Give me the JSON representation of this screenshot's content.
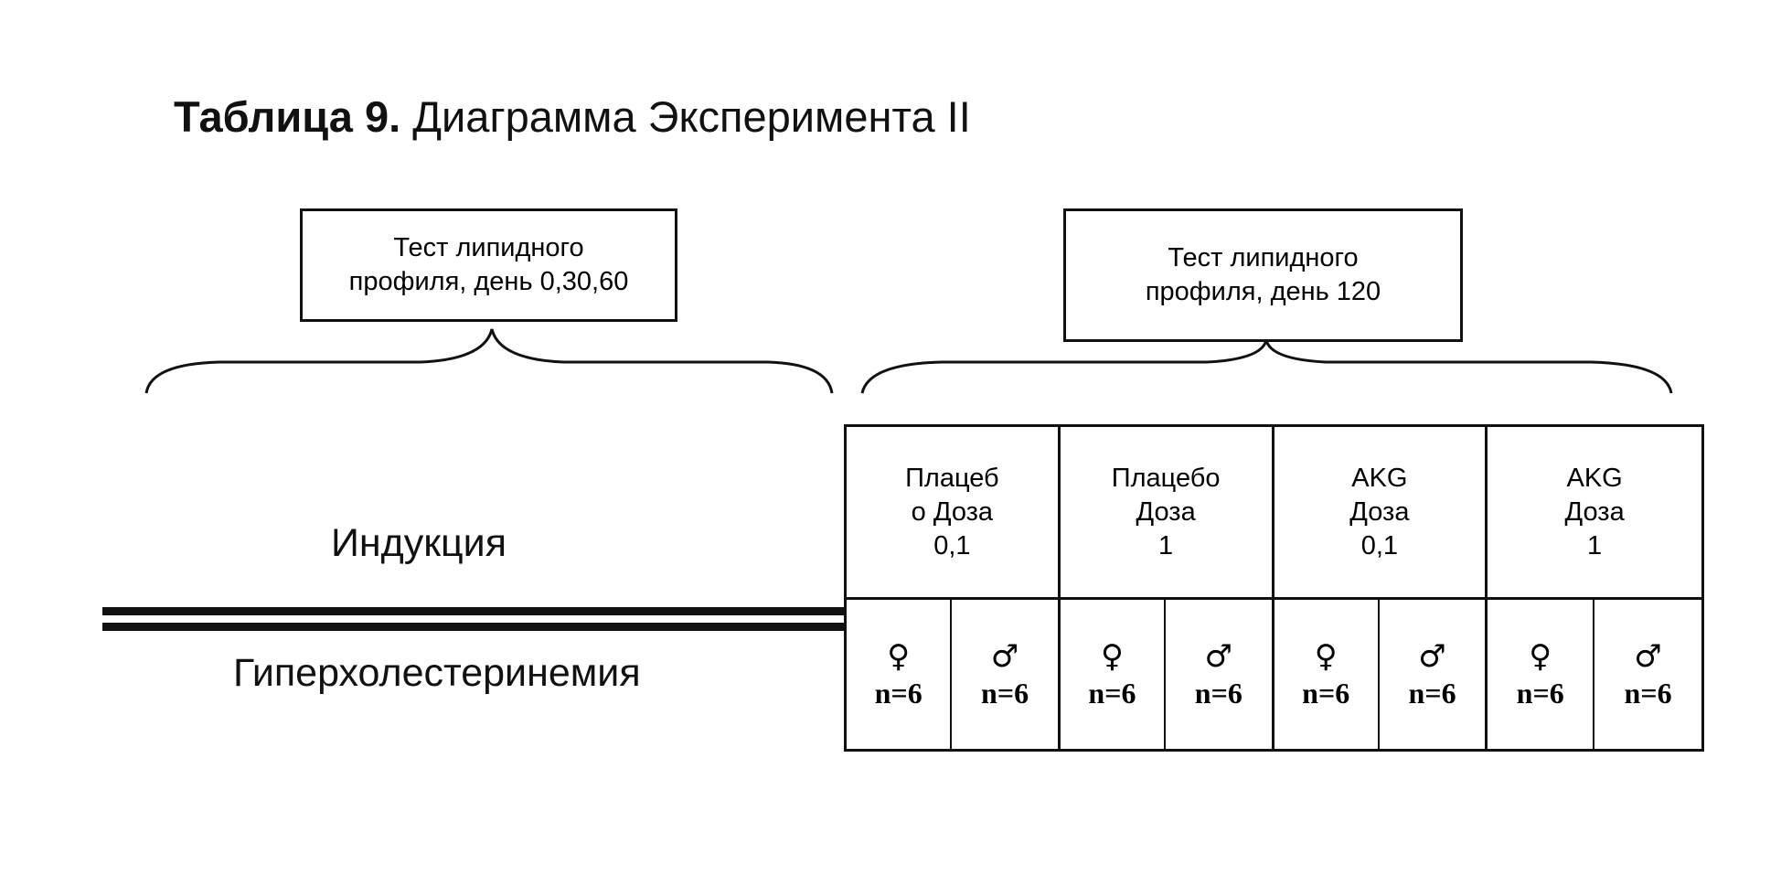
{
  "title": {
    "bold": "Таблица 9.",
    "rest": " Диаграмма Эксперимента II"
  },
  "boxes": {
    "lipid_left": "Тест липидного\nпрофиля, день 0,30,60",
    "lipid_right": "Тест липидного\nпрофиля, день 120"
  },
  "labels": {
    "induction": "Индукция",
    "hyper": "Гиперхолестеринемия"
  },
  "groups": [
    {
      "label": "Плацеб\nо Доза\n0,1"
    },
    {
      "label": "Плацебо\nДоза\n1"
    },
    {
      "label": "AKG\nДоза\n0,1"
    },
    {
      "label": "AKG\nДоза\n1"
    }
  ],
  "sex": {
    "female_symbol": "♀",
    "male_symbol": "♂",
    "n": "n=6"
  }
}
